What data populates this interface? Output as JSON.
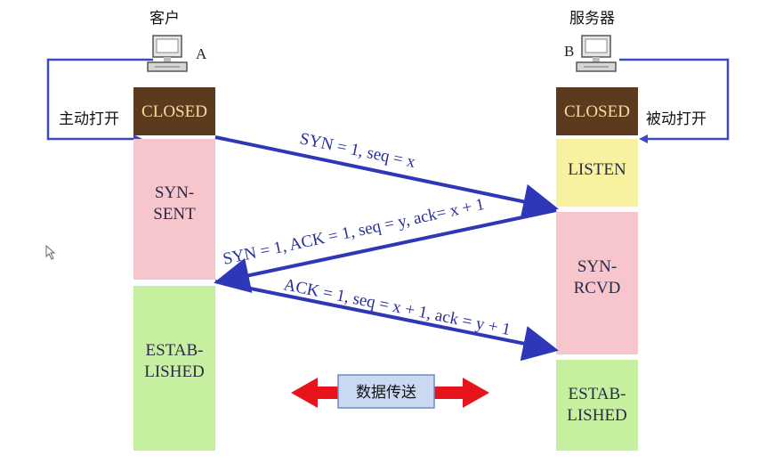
{
  "client": {
    "title": "客户",
    "letter": "A",
    "open_label": "主动打开",
    "states": [
      "CLOSED",
      "SYN-",
      "SENT",
      "ESTAB-",
      "LISHED"
    ]
  },
  "server": {
    "title": "服务器",
    "letter": "B",
    "open_label": "被动打开",
    "states": [
      "CLOSED",
      "LISTEN",
      "SYN-",
      "RCVD",
      "ESTAB-",
      "LISHED"
    ]
  },
  "messages": [
    "SYN = 1, seq = x",
    "SYN = 1, ACK = 1, seq = y, ack= x + 1",
    "ACK = 1, seq = x + 1, ack = y + 1"
  ],
  "data_transfer": "数据传送",
  "colors": {
    "closed": "#5b3a1e",
    "closed_text": "#f2dfa0",
    "syn": "#f7c6cc",
    "established": "#c6f0a0",
    "listen": "#f7f2a0",
    "arrow": "#2e37b8",
    "bracket": "#3b49c2",
    "data_arrow": "#e8141c",
    "data_box": "#c9d9f2"
  },
  "icons": [
    "computer-icon",
    "cursor-icon"
  ]
}
